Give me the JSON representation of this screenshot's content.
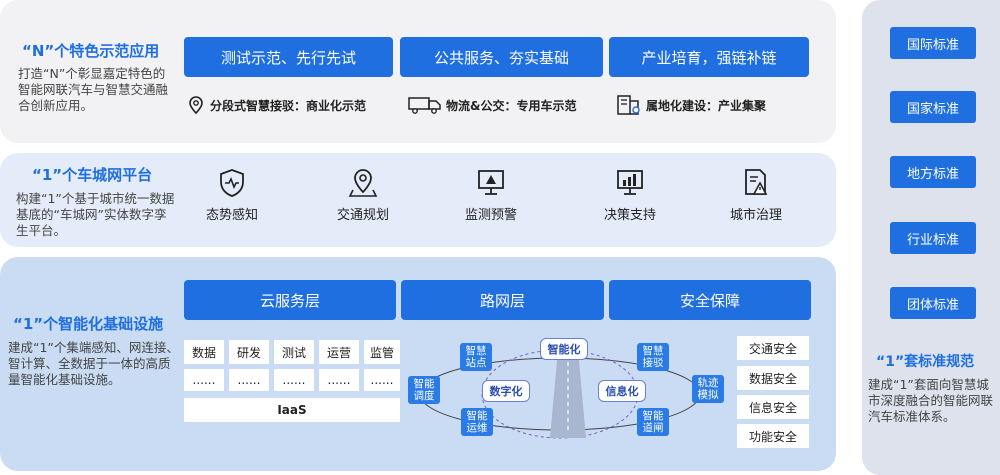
{
  "row1": {
    "title": "“N”个特色示范应用",
    "desc": "打造“N”个彰显嘉定特色的智能网联汽车与智慧交通融合创新应用。",
    "buttons": [
      "测试示范、先行先试",
      "公共服务、夯实基础",
      "产业培育，强链补链"
    ],
    "features": [
      "分段式智慧接驳：商业化示范",
      "物流&公交：专用车示范",
      "属地化建设：产业集聚"
    ]
  },
  "row2": {
    "title": "“1”个车城网平台",
    "desc": "构建“1”个基于城市统一数据基底的“车城网”实体数字孪生平台。",
    "functions": [
      "态势感知",
      "交通规划",
      "监测预警",
      "决策支持",
      "城市治理"
    ]
  },
  "row3": {
    "title": "“1”个智能化基础设施",
    "desc": "建成“1”个集端感知、网连接、智计算、全数据于一体的高质量智能化基础设施。",
    "layers": [
      "云服务层",
      "路网层",
      "安全保障"
    ],
    "cloud_cells": [
      "数据",
      "研发",
      "测试",
      "运营",
      "监管"
    ],
    "dots": "......",
    "iaas": "IaaS",
    "nodes": {
      "station": "智慧\n站点",
      "intersection": "智慧\n接驳",
      "dispatch": "智能\n调度",
      "track": "轨迹\n模拟",
      "ops": "智能\n运维",
      "gate": "智能\n道闸"
    },
    "pills": {
      "intelligent": "智能化",
      "digital": "数字化",
      "informational": "信息化"
    },
    "security": [
      "交通安全",
      "数据安全",
      "信息安全",
      "功能安全"
    ]
  },
  "right": {
    "standards": [
      "国际标准",
      "国家标准",
      "地方标准",
      "行业标准",
      "团体标准"
    ],
    "title": "“1”套标准规范",
    "desc": "建成“1”套面向智慧城市深度融合的智能网联汽车标准体系。"
  },
  "colors": {
    "accent": "#1f6fe0",
    "panel_gray": "#f2f2f4",
    "panel_blue": "#e3ecf8",
    "panel_blue_deep": "#c9dcf3",
    "right_panel": "#dde2ec"
  }
}
